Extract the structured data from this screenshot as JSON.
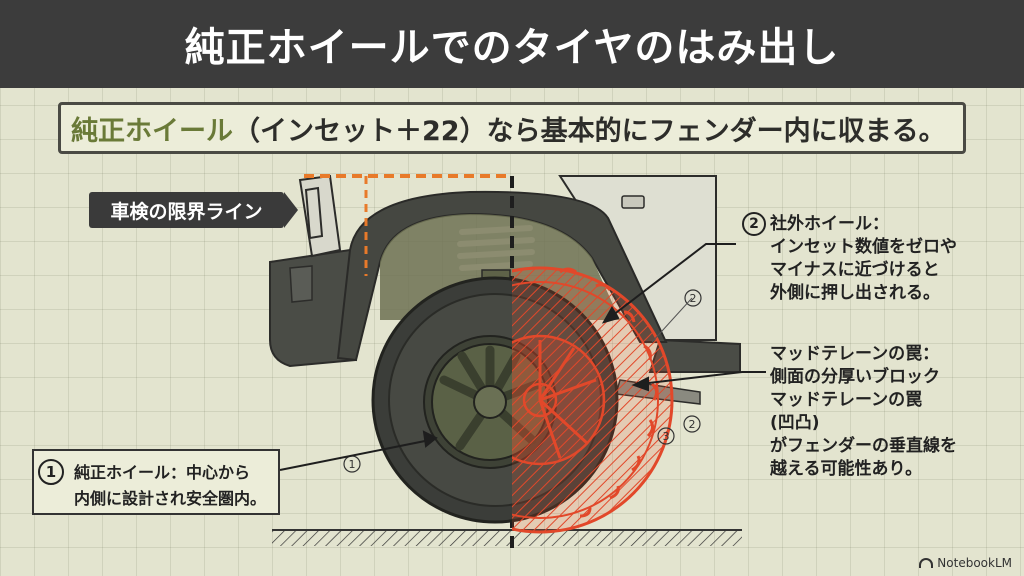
{
  "title": "純正ホイールでのタイヤのはみ出し",
  "headline": {
    "accent": "純正ホイール",
    "rest": "（インセット＋22）なら基本的にフェンダー内に収まる。"
  },
  "limit_label": "車検の限界ライン",
  "annotations": {
    "aftermarket": {
      "number": "2",
      "line1": "社外ホイール：",
      "line2": "インセット数値をゼロや",
      "line3": "マイナスに近づけると",
      "line4": "外側に押し出される。"
    },
    "mud": {
      "line1": "マッドテレーンの罠：",
      "line2": "側面の分厚いブロック",
      "line3": "マッドテレーンの罠",
      "line4": "(凹凸)",
      "line5": "がフェンダーの垂直線を",
      "line6": "越える可能性あり。"
    },
    "stock": {
      "number": "1",
      "line1": "純正ホイール：中心から",
      "line2": "内側に設計され安全圏内。"
    }
  },
  "diagram_markers": [
    "1",
    "2",
    "2",
    "3"
  ],
  "brand": "NotebookLM",
  "colors": {
    "title_bg": "#3c3c3c",
    "background": "#e3e4cf",
    "accent_green": "#6a7a38",
    "limit_line": "#e87a2a",
    "highlight_red": "#e2482a"
  }
}
